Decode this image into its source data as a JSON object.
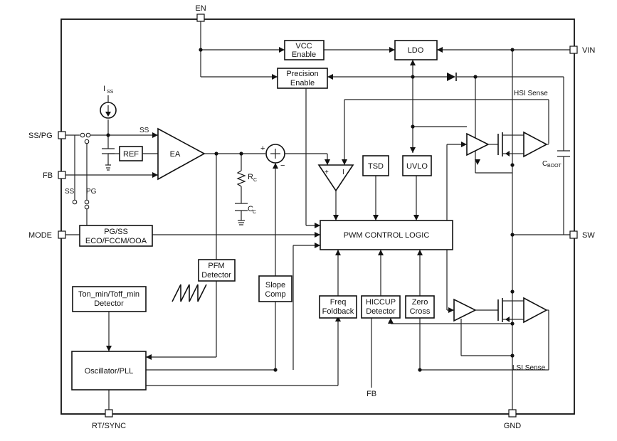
{
  "pins": {
    "en": "EN",
    "vin": "VIN",
    "ss_pg": "SS/PG",
    "fb": "FB",
    "mode": "MODE",
    "sw": "SW",
    "rt_sync": "RT/SYNC",
    "gnd": "GND",
    "fb_bottom": "FB"
  },
  "blocks": {
    "vcc_enable": [
      "VCC",
      "Enable"
    ],
    "ldo": "LDO",
    "precision_enable": [
      "Precision",
      "Enable"
    ],
    "ref": "REF",
    "ea": "EA",
    "tsd": "TSD",
    "uvlo": "UVLO",
    "pg_ss": [
      "PG/SS",
      "ECO/FCCM/OOA"
    ],
    "pwm": "PWM CONTROL LOGIC",
    "pfm": [
      "PFM",
      "Detector"
    ],
    "slope": [
      "Slope",
      "Comp"
    ],
    "freq": [
      "Freq",
      "Foldback"
    ],
    "hiccup": [
      "HICCUP",
      "Detector"
    ],
    "zero": [
      "Zero",
      "Cross"
    ],
    "ton": [
      "Ton_min/Toff_min",
      "Detector"
    ],
    "osc": "Oscillator/PLL"
  },
  "labels": {
    "iss": "I",
    "iss_sub": "SS",
    "ss_wire": "SS",
    "ss_switch": "SS",
    "pg_switch": "PG",
    "rc": "R",
    "rc_sub": "C",
    "cc": "C",
    "cc_sub": "C",
    "cboot": "C",
    "cboot_sub": "BOOT",
    "hsi": "HSI Sense",
    "lsi": "LSI Sense",
    "plus": "+",
    "minus": "−",
    "comp_plus": "+",
    "comp_minus": "I"
  }
}
